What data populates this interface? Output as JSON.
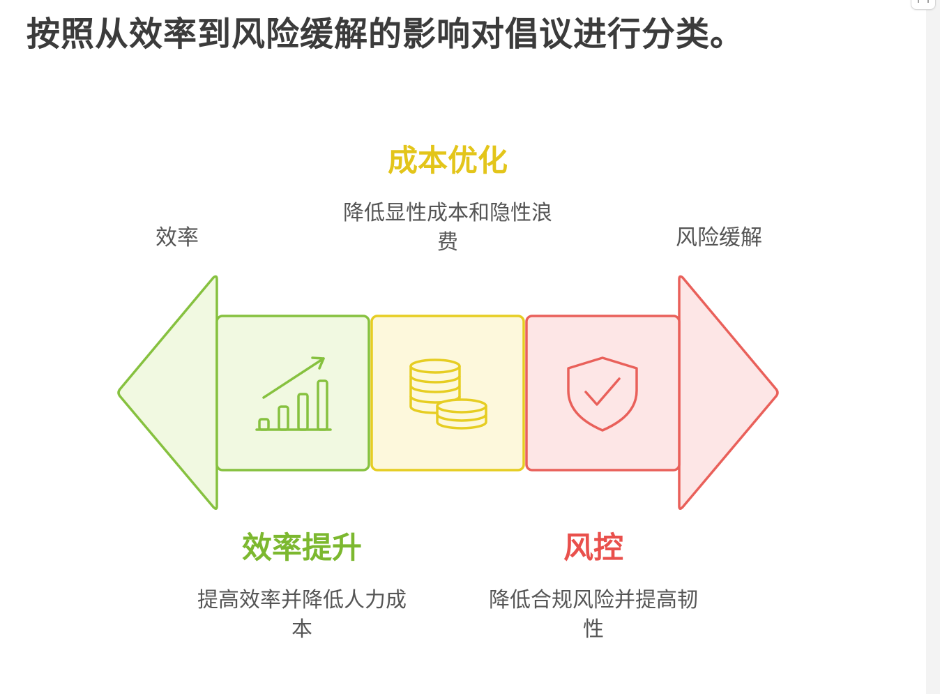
{
  "title": "按照从效率到风险缓解的影响对倡议进行分类。",
  "poles": {
    "left": "效率",
    "right": "风险缓解"
  },
  "segments": [
    {
      "id": "efficiency",
      "title": "效率提升",
      "description": "提高效率并降低人力成本",
      "icon": "growth-chart-icon",
      "color": "#7cb82f"
    },
    {
      "id": "cost",
      "title": "成本优化",
      "description": "降低显性成本和隐性浪费",
      "icon": "coins-icon",
      "color": "#e3c51a"
    },
    {
      "id": "risk",
      "title": "风控",
      "description": "降低合规风险并提高韧性",
      "icon": "shield-check-icon",
      "color": "#e9504c"
    }
  ],
  "colors": {
    "green": "#86c13f",
    "green_fill": "#f1f9e1",
    "yellow": "#e6cd22",
    "yellow_fill": "#fdf8dc",
    "red": "#e9605a",
    "red_fill": "#fde6e6",
    "title_text": "#3b3b3b",
    "body_text": "#555555"
  }
}
